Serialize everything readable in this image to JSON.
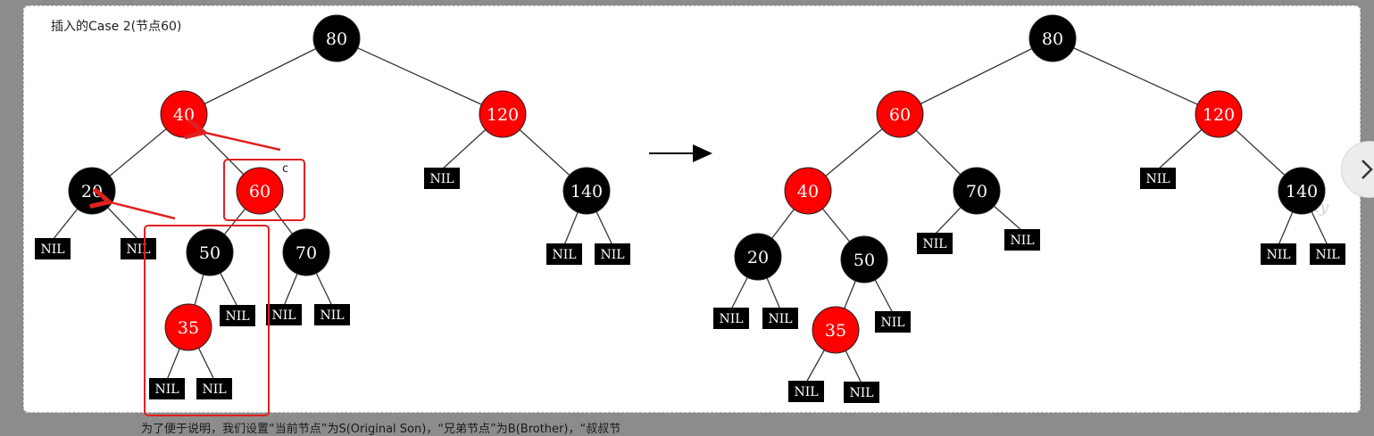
{
  "caption": "插入的Case 2(节点60)",
  "c_label": "c",
  "watermark": "sky",
  "footer": "为了便于说明，我们设置“当前节点”为S(Original Son)，“兄弟节点”为B(Brother)，“叔叔节",
  "colors": {
    "red": "#ff0000",
    "black": "#000000",
    "highlight": "#e02020",
    "line": "#333333"
  },
  "nil_text": "NIL",
  "before_tree": {
    "nodes": [
      {
        "id": "b80",
        "label": "80",
        "color": "black"
      },
      {
        "id": "b40",
        "label": "40",
        "color": "red"
      },
      {
        "id": "b120",
        "label": "120",
        "color": "red"
      },
      {
        "id": "b20",
        "label": "20",
        "color": "black"
      },
      {
        "id": "b60",
        "label": "60",
        "color": "red"
      },
      {
        "id": "b140",
        "label": "140",
        "color": "black"
      },
      {
        "id": "b50",
        "label": "50",
        "color": "black"
      },
      {
        "id": "b70",
        "label": "70",
        "color": "black"
      },
      {
        "id": "b35",
        "label": "35",
        "color": "red"
      }
    ]
  },
  "after_tree": {
    "nodes": [
      {
        "id": "a80",
        "label": "80",
        "color": "black"
      },
      {
        "id": "a60",
        "label": "60",
        "color": "red"
      },
      {
        "id": "a120",
        "label": "120",
        "color": "red"
      },
      {
        "id": "a40",
        "label": "40",
        "color": "red"
      },
      {
        "id": "a70",
        "label": "70",
        "color": "black"
      },
      {
        "id": "a140",
        "label": "140",
        "color": "black"
      },
      {
        "id": "a20",
        "label": "20",
        "color": "black"
      },
      {
        "id": "a50",
        "label": "50",
        "color": "black"
      },
      {
        "id": "a35",
        "label": "35",
        "color": "red"
      }
    ]
  }
}
